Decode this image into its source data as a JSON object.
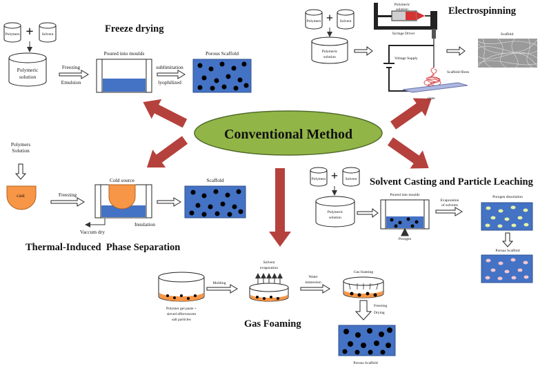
{
  "center": {
    "title": "Conventional Method",
    "fill": "#92b547",
    "stroke": "#4f6b2b"
  },
  "colors": {
    "arrow_red": "#b5413d",
    "scaffold_blue": "#4472c4",
    "cast_orange": "#f79646",
    "pale_green": "#e6f3a8",
    "pale_pink": "#f4c7d0"
  },
  "freeze_drying": {
    "title": "Freeze drying",
    "polymers": "Polymers",
    "solvent": "Solvent",
    "polymeric_solution": [
      "Polymeric",
      "solution"
    ],
    "step1": [
      "Freezing",
      "Emulsion"
    ],
    "mould": "Poured into moulds",
    "step2": [
      "sublimitation",
      "lyophilized"
    ],
    "result": "Porous Scaffold"
  },
  "electrospinning": {
    "title": "Electrospinning",
    "polymers": "Polymers",
    "solvent": "Solvent",
    "polymeric_solution": [
      "Polymeric",
      "solution"
    ],
    "syringe_solution": [
      "Polymeric",
      "solution"
    ],
    "syringe_driver": "Syringe Driver",
    "voltage": "Voltage Supply",
    "fibres": "Scaffold fibres",
    "plate": "plate",
    "scaffold": "Scaffold"
  },
  "tips": {
    "title": "Thermal-Induced  Phase Separation",
    "polymers": [
      "Polymers",
      "Solution"
    ],
    "cast": "cast",
    "freezing": "Freezing",
    "cold_source": "Cold source",
    "insulation": "Insulation",
    "vacuum": "Vaccum dry",
    "scaffold": "Scaffold"
  },
  "solvent_casting": {
    "title": "Solvent Casting and Particle Leaching",
    "polymers": "Polymers",
    "solvent": "Solvent",
    "polymeric_solution": [
      "Polymeric",
      "solution"
    ],
    "mould": "Poured into moulds",
    "porogen": "Porogen",
    "evaporation": [
      "Evaporation",
      "of solvents"
    ],
    "dissolution": "Porogen dissolution",
    "result": "Porous Scaffold"
  },
  "gas_foaming": {
    "title": "Gas Foaming",
    "paste": [
      "Polymer gel paste +",
      "sieved effervescent",
      "salt particles"
    ],
    "molding": "Molding",
    "solvent_evap": [
      "Solvent",
      "evaporation"
    ],
    "water": [
      "Water",
      "immersion"
    ],
    "gas": "Gas foaming",
    "freezing": [
      "Freezing",
      "Drying"
    ],
    "result": "Porous Scaffold"
  }
}
